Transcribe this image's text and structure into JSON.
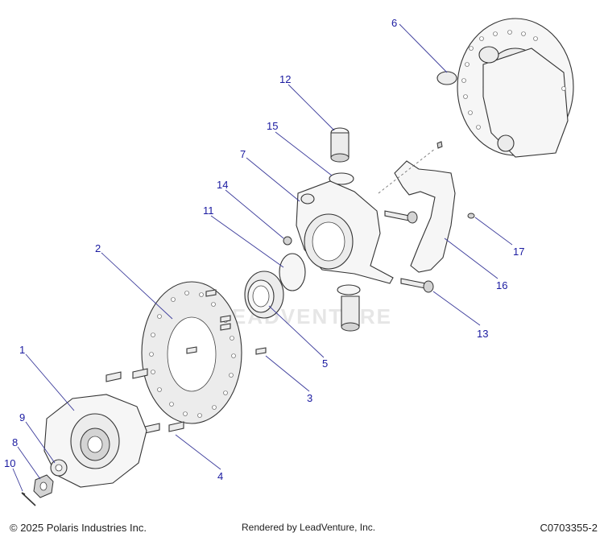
{
  "callouts": {
    "c1": "1",
    "c2": "2",
    "c3": "3",
    "c4": "4",
    "c5": "5",
    "c6": "6",
    "c7": "7",
    "c8": "8",
    "c9": "9",
    "c10": "10",
    "c11": "11",
    "c12": "12",
    "c13": "13",
    "c14": "14",
    "c15": "15",
    "c16": "16",
    "c17": "17"
  },
  "watermark": "LEADVENTURE",
  "footer": {
    "copyright": "© 2025 Polaris Industries Inc.",
    "rendered_by": "Rendered by LeadVenture, Inc.",
    "diagram_id": "C0703355-2"
  },
  "colors": {
    "callout": "#1a1aa0",
    "line": "#333333"
  }
}
